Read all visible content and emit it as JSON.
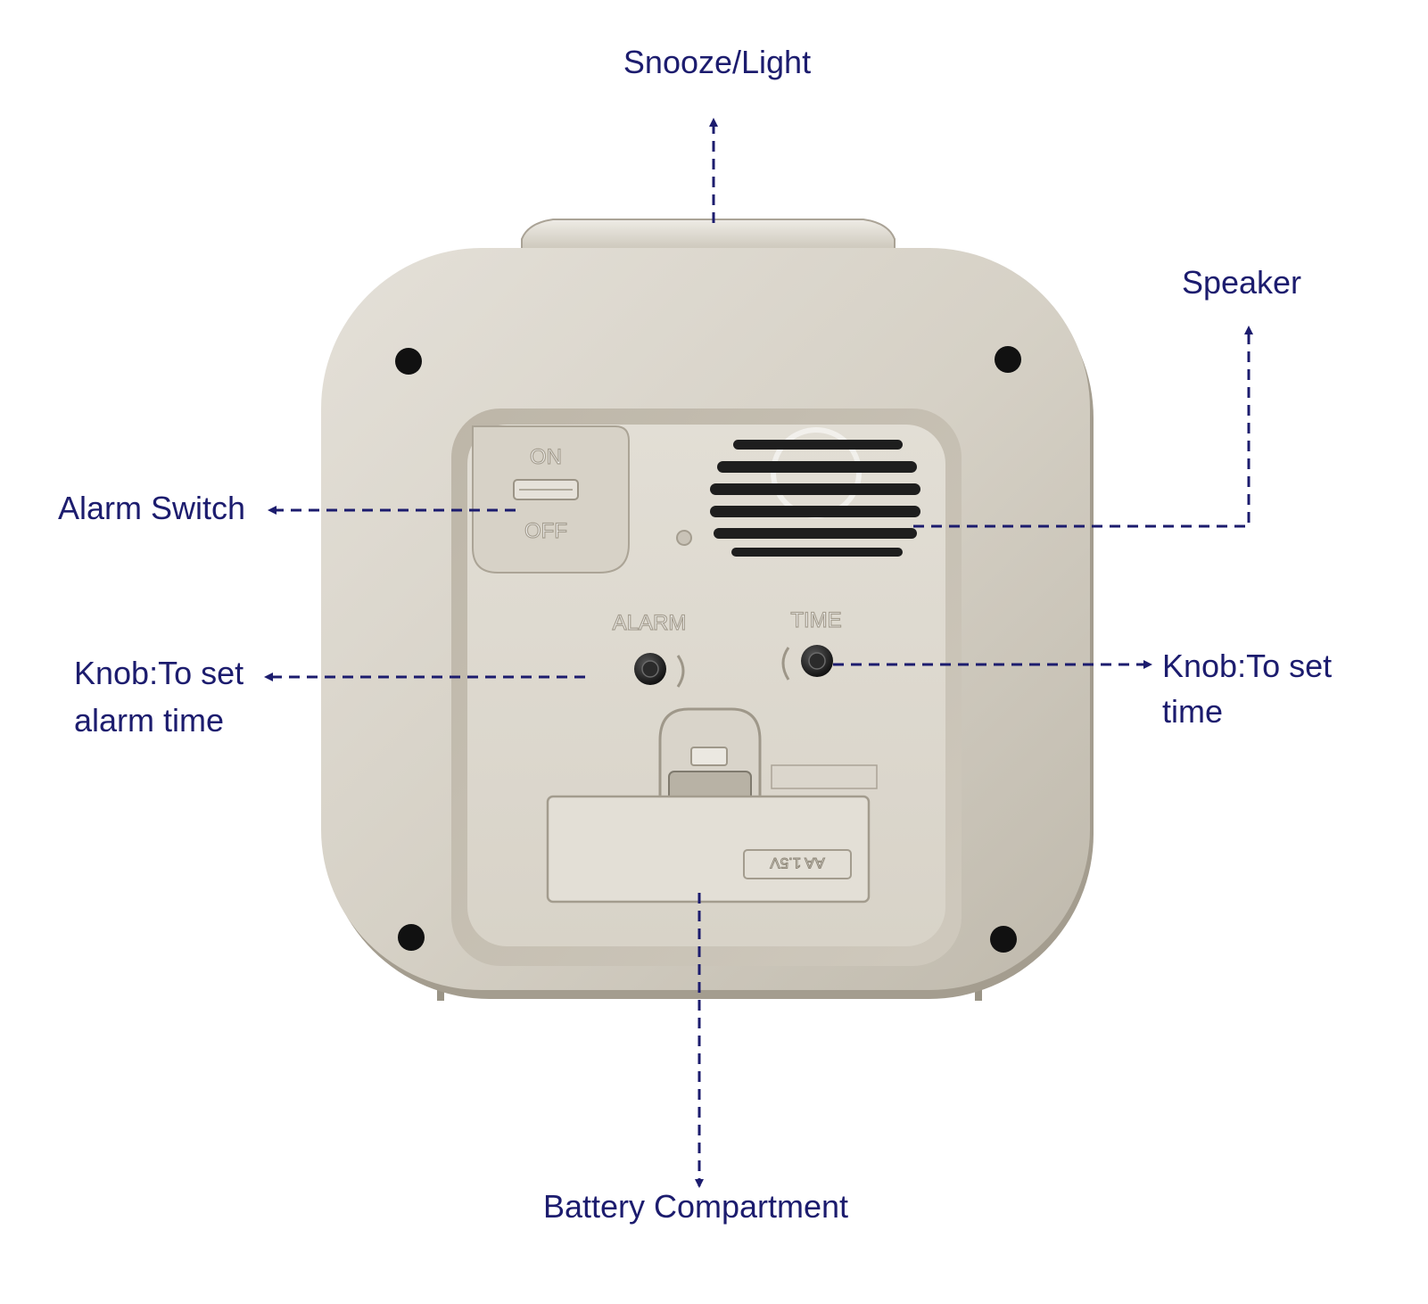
{
  "colors": {
    "annotation": "#1c1c6e",
    "background": "#ffffff",
    "clock_body": "#d3cec3",
    "clock_panel": "#dfdbd2"
  },
  "device": {
    "switch_on_text": "ON",
    "switch_off_text": "OFF",
    "knob_alarm_text": "ALARM",
    "knob_time_text": "TIME",
    "battery_marking": "AA 1.5V"
  },
  "callouts": {
    "snooze": "Snooze/Light",
    "speaker": "Speaker",
    "alarm_switch": "Alarm Switch",
    "alarm_knob_line1": "Knob:To set",
    "alarm_knob_line2": "alarm time",
    "time_knob_line1": "Knob:To set",
    "time_knob_line2": "time",
    "battery": "Battery Compartment"
  }
}
